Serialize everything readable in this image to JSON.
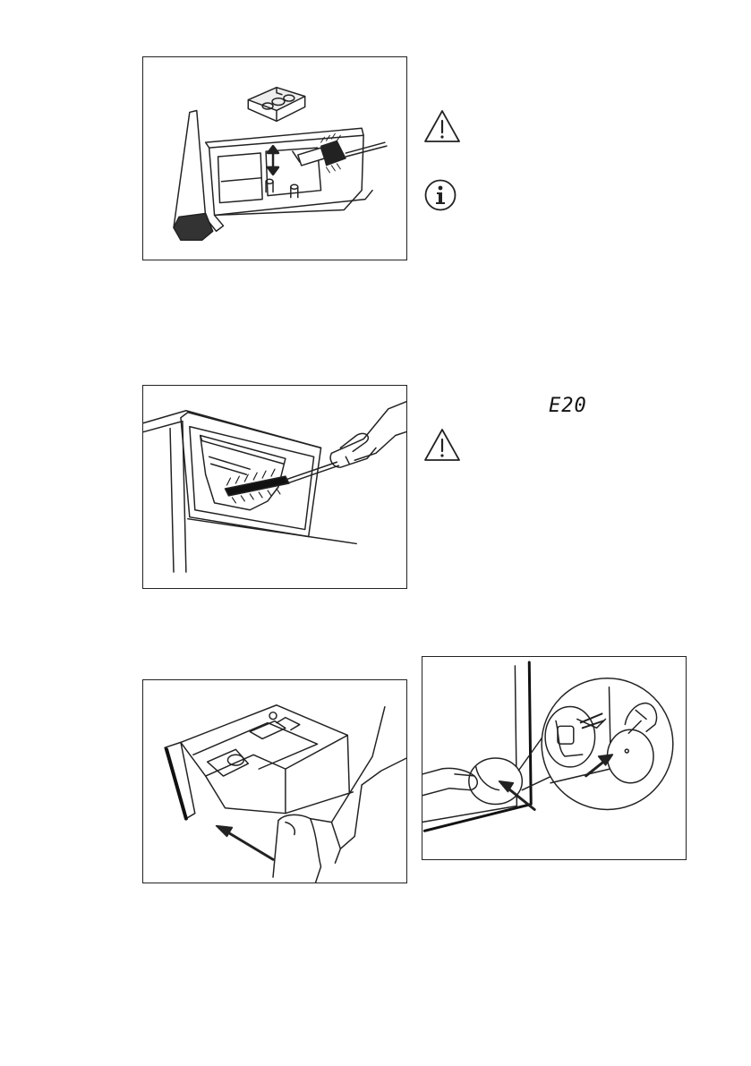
{
  "illustrations": [
    {
      "name": "brush-cleaning-drawer-insert",
      "icon": "brush-insert-illustration"
    },
    {
      "name": "brush-cleaning-drawer-recess",
      "icon": "brush-recess-illustration"
    },
    {
      "name": "drawer-removal",
      "icon": "drawer-pull-illustration"
    },
    {
      "name": "pump-cover-opening",
      "icon": "pump-cover-illustration"
    }
  ],
  "icons": {
    "warning_1": "warning-triangle-icon",
    "info_1": "info-circle-icon",
    "warning_2": "warning-triangle-icon"
  },
  "display": {
    "error_code": "E20"
  }
}
